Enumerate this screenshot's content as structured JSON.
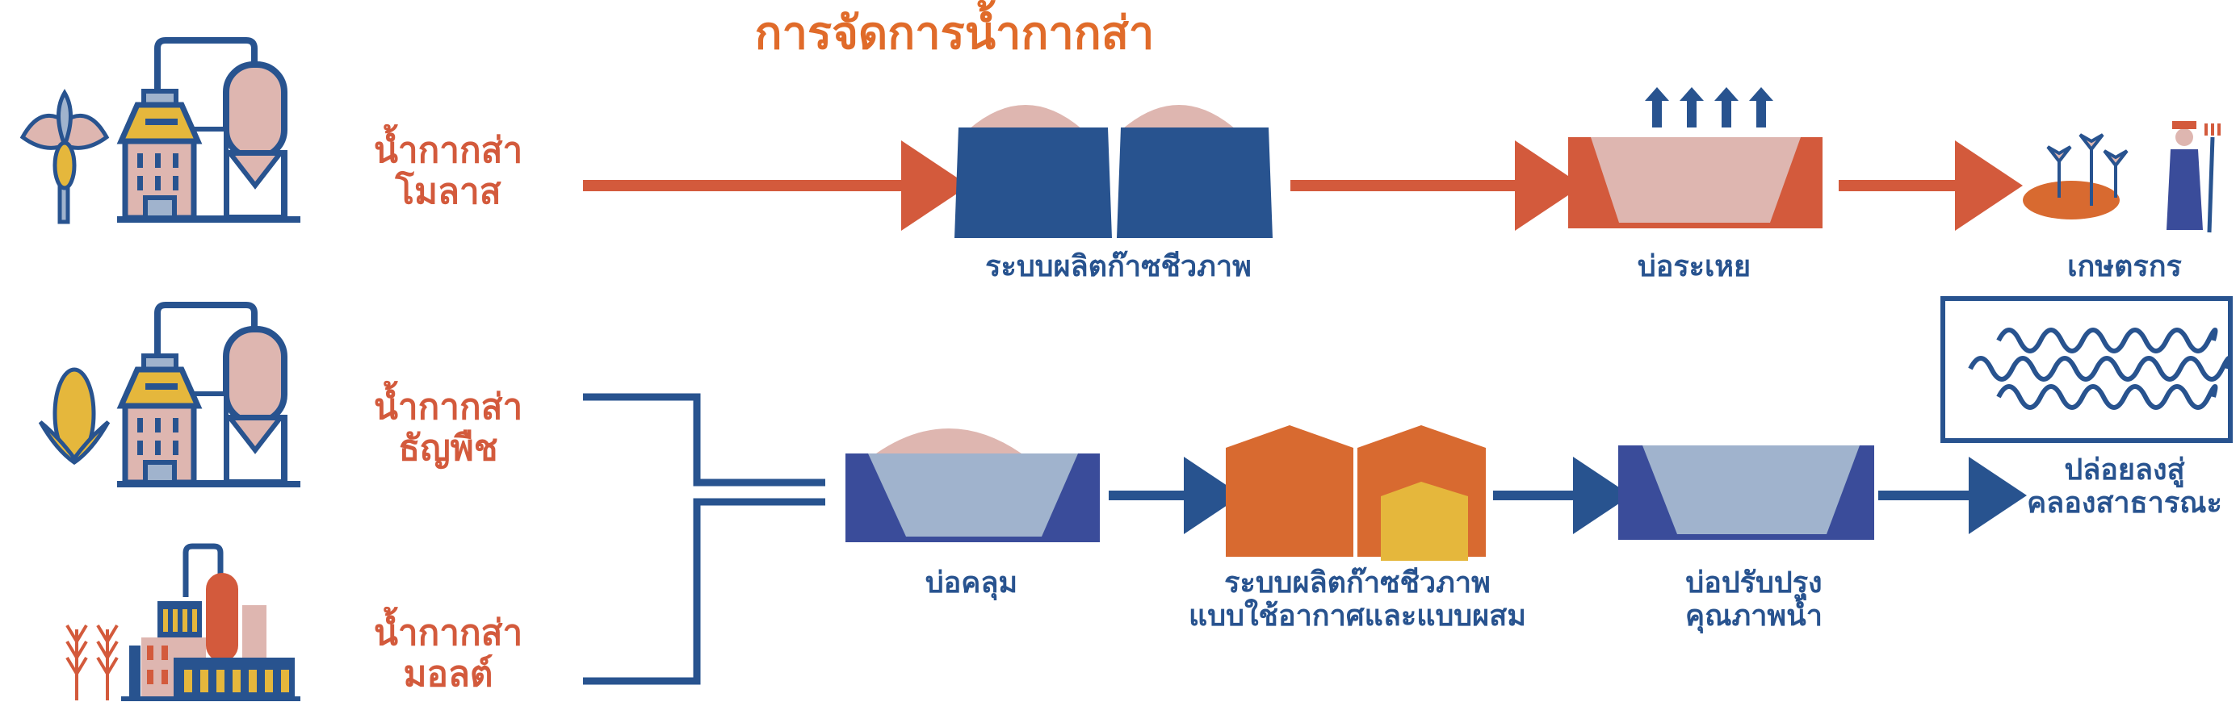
{
  "title": "การจัดการน้ำกากส่า",
  "sources": [
    {
      "line1": "น้ำกากส่า",
      "line2": "โมลาส",
      "icon": "sugarcane-factory-icon"
    },
    {
      "line1": "น้ำกากส่า",
      "line2": "ธัญพืช",
      "icon": "corn-factory-icon"
    },
    {
      "line1": "น้ำกากส่า",
      "line2": "มอลต์",
      "icon": "wheat-factory-icon"
    }
  ],
  "molasses_path": {
    "biogas": "ระบบผลิตก๊าซชีวภาพ",
    "evaporation_pond": "บ่อระเหย",
    "farmers": "เกษตรกร"
  },
  "grain_malt_path": {
    "covered_pond": "บ่อคลุม",
    "hybrid_biogas_line1": "ระบบผลิตก๊าซชีวภาพ",
    "hybrid_biogas_line2": "แบบใช้อากาศและแบบผสม",
    "treatment_pond_line1": "บ่อปรับปรุง",
    "treatment_pond_line2": "คุณภาพน้ำ",
    "discharge_line1": "ปล่อยลงสู่",
    "discharge_line2": "คลองสาธารณะ"
  },
  "colors": {
    "red": "#d35a3c",
    "blue": "#28538f",
    "pond_blue": "#3a4c9a",
    "light_blue": "#a0b3cd",
    "pink": "#deb6b0",
    "orange": "#d86a30",
    "yellow": "#e5b73c",
    "title": "#e06b2a"
  }
}
